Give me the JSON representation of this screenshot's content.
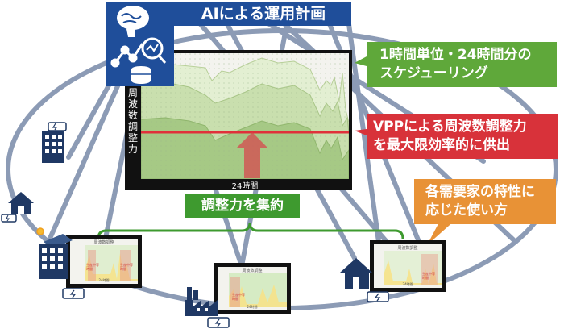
{
  "ai_planning": {
    "title": "AIによる運用計画"
  },
  "main_chart": {
    "y_label": "周波数調整力",
    "x_label": "24時間"
  },
  "callouts": {
    "scheduling": {
      "line1": "1時間単位・24時間分の",
      "line2": "スケジューリング"
    },
    "vpp": {
      "line1": "VPPによる周波数調整力",
      "line2": "を最大限効率的に供出"
    },
    "consumer": {
      "line1": "各需要家の特性に",
      "line2": "応じた使い方"
    }
  },
  "aggregation": {
    "label": "調整力を集約"
  },
  "mini_charts": [
    {
      "title": "周波数調整",
      "label": "生産中等\n時間",
      "xlabel": "24時間"
    },
    {
      "title": "周波数調整",
      "label": "生産中等\n時間",
      "xlabel": "24時間"
    },
    {
      "title": "周波数調整",
      "label": "生産中等\n時間",
      "xlabel": "24時間"
    }
  ],
  "colors": {
    "navy": "#1f4e9a",
    "green_callout": "#5fa83a",
    "red_callout": "#d8323a",
    "orange_callout": "#e89236",
    "network": "#8c9bb5",
    "bracket": "#3e9a2f"
  },
  "icons": [
    "brain-icon",
    "analytics-icon",
    "database-icon",
    "building-icon",
    "house-icon",
    "solar-panel-icon",
    "factory-icon",
    "battery-icon"
  ]
}
